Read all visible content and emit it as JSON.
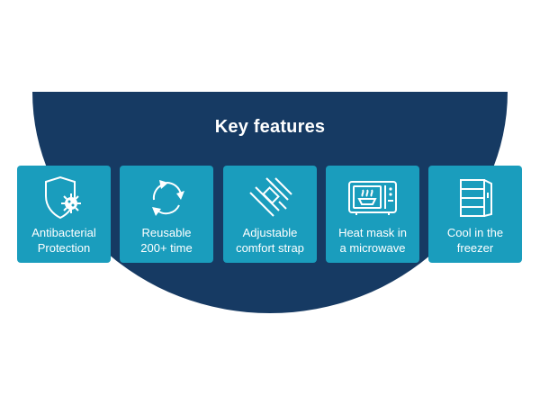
{
  "title": "Key features",
  "colors": {
    "navy": "#163a63",
    "card": "#1a9dbd",
    "text": "#ffffff"
  },
  "features": [
    {
      "icon": "shield-virus-icon",
      "line1": "Antibacterial",
      "line2": "Protection"
    },
    {
      "icon": "recycle-arrows-icon",
      "line1": "Reusable",
      "line2": "200+ time"
    },
    {
      "icon": "strap-buckle-icon",
      "line1": "Adjustable",
      "line2": "comfort strap"
    },
    {
      "icon": "microwave-icon",
      "line1": "Heat mask in",
      "line2": "a microwave"
    },
    {
      "icon": "freezer-icon",
      "line1": "Cool in the",
      "line2": "freezer"
    }
  ]
}
